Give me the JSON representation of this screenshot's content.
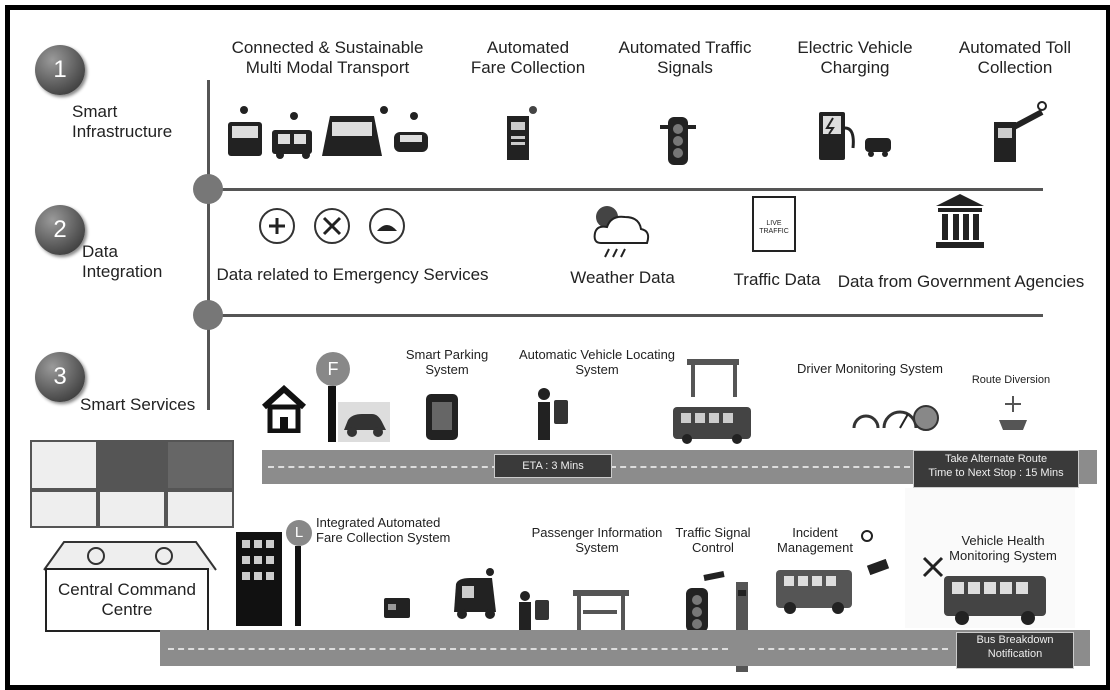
{
  "tiers": [
    {
      "number": "1",
      "label": "Smart\nInfrastructure"
    },
    {
      "number": "2",
      "label": "Data\nIntegration"
    },
    {
      "number": "3",
      "label": "Smart Services"
    }
  ],
  "infrastructure": [
    {
      "label": "Connected & Sustainable\nMulti Modal Transport",
      "icon": "multimodal-vehicles-icon"
    },
    {
      "label": "Automated\nFare Collection",
      "icon": "fare-machine-icon"
    },
    {
      "label": "Automated Traffic\nSignals",
      "icon": "traffic-light-icon"
    },
    {
      "label": "Electric Vehicle\nCharging",
      "icon": "ev-charger-icon"
    },
    {
      "label": "Automated Toll\nCollection",
      "icon": "toll-gate-icon"
    }
  ],
  "data_sources": [
    {
      "label": "Data related to Emergency Services",
      "icon": "emergency-icons"
    },
    {
      "label": "Weather Data",
      "icon": "weather-cloud-icon"
    },
    {
      "label": "Traffic Data",
      "icon": "live-traffic-icon"
    },
    {
      "label": "Data from Government Agencies",
      "icon": "government-building-icon"
    }
  ],
  "services_top": [
    {
      "label": "Smart Parking\nSystem"
    },
    {
      "label": "Automatic Vehicle Locating\nSystem"
    },
    {
      "label": "Driver Monitoring System"
    },
    {
      "label": "Route Diversion"
    }
  ],
  "services_bottom": [
    {
      "label": "Integrated Automated\nFare Collection System"
    },
    {
      "label": "Passenger Information\nSystem"
    },
    {
      "label": "Traffic Signal\nControl"
    },
    {
      "label": "Incident\nManagement"
    },
    {
      "label": "Vehicle Health\nMonitoring System"
    }
  ],
  "road_signs": {
    "eta": "ETA : 3 Mins",
    "alternate": "Take Alternate Route\nTime to Next Stop : 15 Mins",
    "breakdown": "Bus Breakdown\nNotification"
  },
  "command_centre": "Central Command\nCentre",
  "pole_letters": {
    "fuel": "F",
    "stop": "L"
  },
  "live_traffic_text": "LIVE\nTRAFFIC",
  "colors": {
    "dark": "#333333",
    "road": "#8c8c8c",
    "circle": "#555555"
  }
}
